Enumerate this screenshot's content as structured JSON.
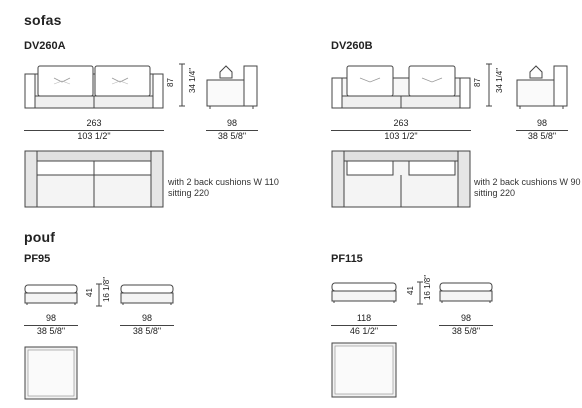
{
  "sections": {
    "sofas": "sofas",
    "pouf": "pouf"
  },
  "sofas": [
    {
      "model": "DV260A",
      "width_cm": "263",
      "width_in": "103 1/2\"",
      "height_cm": "87",
      "height_in": "34 1/4\"",
      "depth_cm": "98",
      "depth_in": "38 5/8\"",
      "note1": "with 2 back cushions W 110",
      "note2": "sitting 220"
    },
    {
      "model": "DV260B",
      "width_cm": "263",
      "width_in": "103 1/2\"",
      "height_cm": "87",
      "height_in": "34 1/4\"",
      "depth_cm": "98",
      "depth_in": "38 5/8\"",
      "note1": "with 2 back cushions W 90",
      "note2": "sitting 220"
    }
  ],
  "poufs": [
    {
      "model": "PF95",
      "width_cm": "98",
      "width_in": "38 5/8\"",
      "height_cm": "41",
      "height_in": "16 1/8\"",
      "depth_cm": "98",
      "depth_in": "38 5/8\""
    },
    {
      "model": "PF115",
      "width_cm": "118",
      "width_in": "46 1/2\"",
      "height_cm": "41",
      "height_in": "16 1/8\"",
      "depth_cm": "98",
      "depth_in": "38 5/8\""
    }
  ],
  "colors": {
    "line": "#444444",
    "fill": "#f2f2f2",
    "shade": "#d8d8d8"
  }
}
